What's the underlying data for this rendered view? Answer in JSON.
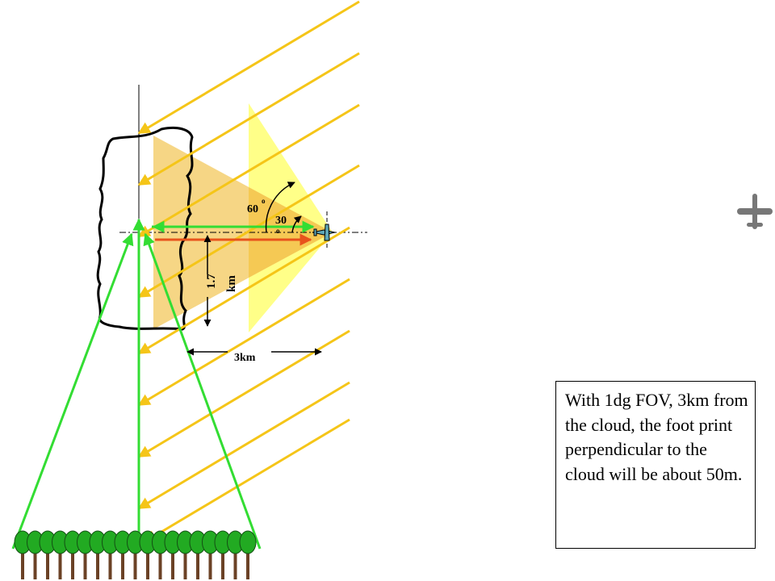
{
  "labels": {
    "angle_60": "60",
    "angle_60_deg": "o",
    "angle_30": "30",
    "angle_30_deg": "o",
    "height": "1.7",
    "height_unit": "km",
    "distance": "3km"
  },
  "note": {
    "text": "With 1dg FOV, 3km from the cloud, the foot print perpendicular to the cloud will be about 50m."
  },
  "colors": {
    "sun_ray": "#F5C518",
    "fov_ray": "#33DD33",
    "laser": "#E8531C",
    "footprint_light": "#FFFF88",
    "footprint_dark": "#F5CF70",
    "tree_crown": "#22AA22",
    "tree_trunk": "#6B4226",
    "aircraft": "#5FA8B8"
  },
  "icons": [
    "aircraft-icon",
    "small-aircraft-icon",
    "cloud-outline",
    "tree-icon"
  ]
}
